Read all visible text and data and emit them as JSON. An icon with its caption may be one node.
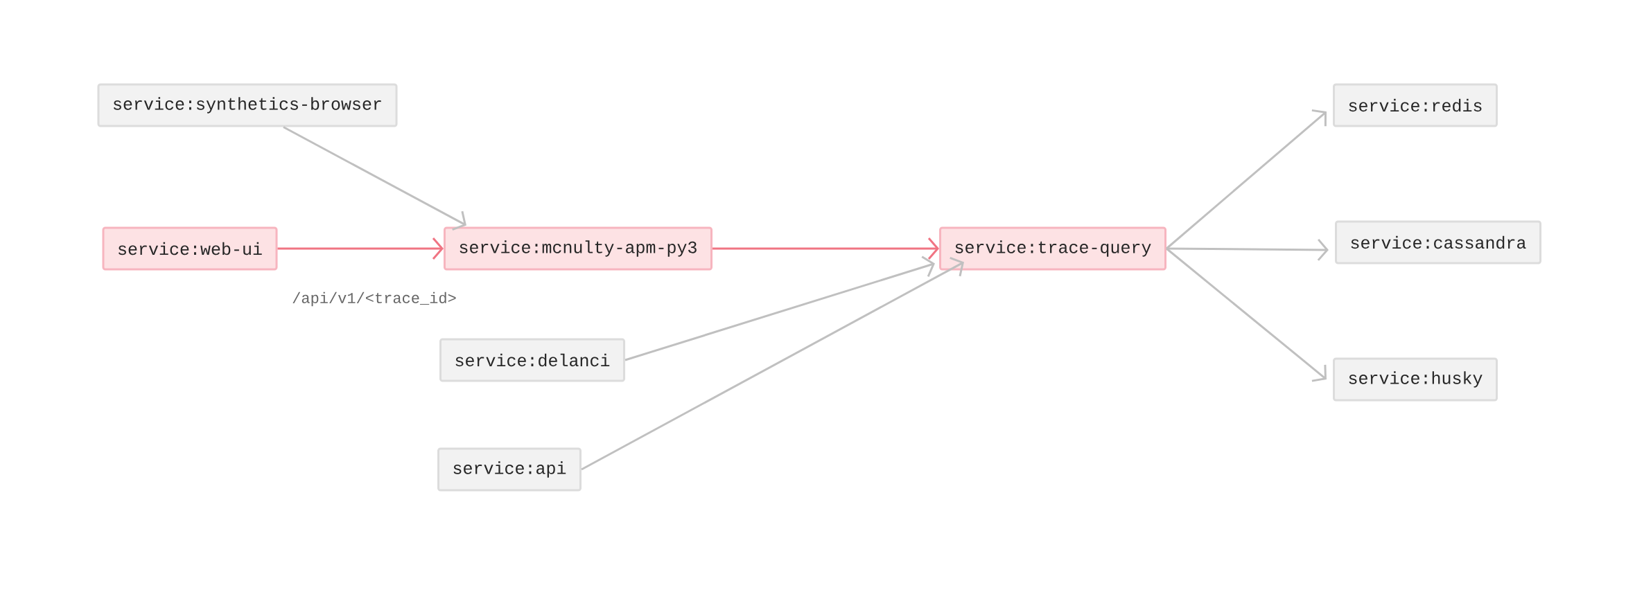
{
  "diagram": {
    "nodes": [
      {
        "text": [
          "service:synthetics-browser"
        ]
      },
      {
        "text": [
          "service:web-ui"
        ]
      },
      {
        "text": [
          "service:mcnulty-apm-py3"
        ]
      },
      {
        "text": [
          "service:trace-query"
        ]
      },
      {
        "text": [
          "service:delanci"
        ]
      },
      {
        "text": [
          "service:api"
        ]
      },
      {
        "text": [
          "service:redis"
        ]
      },
      {
        "text": [
          "service:cassandra"
        ]
      },
      {
        "text": [
          "service:husky"
        ]
      }
    ],
    "edges": [
      {
        "from": 0,
        "to": 2,
        "arrow": "to"
      },
      {
        "from": 1,
        "to": 2,
        "arrow": "to",
        "color": "#f07483",
        "label": "/api/v1/<trace_id>"
      },
      {
        "from": 2,
        "to": 3,
        "arrow": "to",
        "color": "#f07483"
      },
      {
        "from": 4,
        "to": 3,
        "arrow": "to"
      },
      {
        "from": 5,
        "to": 3,
        "arrow": "to"
      },
      {
        "from": 3,
        "to": 6,
        "arrow": "to"
      },
      {
        "from": 3,
        "to": 7,
        "arrow": "to"
      },
      {
        "from": 3,
        "to": 8,
        "arrow": "to"
      }
    ]
  }
}
